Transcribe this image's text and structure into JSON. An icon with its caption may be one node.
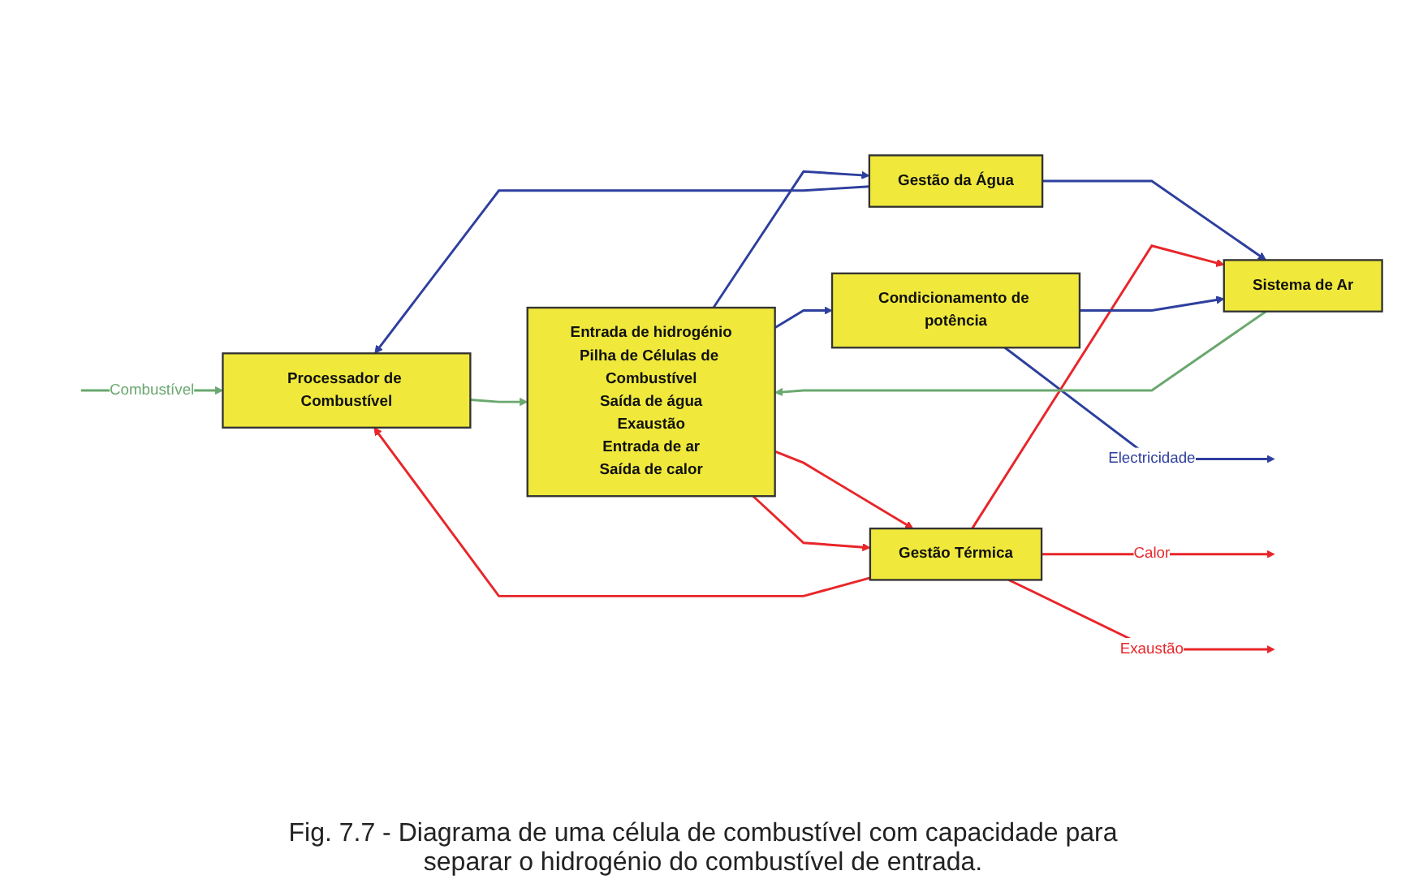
{
  "diagram": {
    "caption": "Fig. 7.7 - Diagrama de uma célula de combustível com capacidade para separar o hidrogénio do combustível de entrada.",
    "nodes": [
      {
        "text": [
          "Processador de Combustível"
        ]
      },
      {
        "text": [
          "Entrada de hidrogénio",
          "Pilha de Células de Combustível",
          "Saída de água",
          "Exaustão",
          "Entrada de ar",
          "Saída de calor"
        ]
      },
      {
        "text": [
          "Condicionamento de potência"
        ]
      },
      {
        "text": [
          "Gestão da Água"
        ]
      },
      {
        "text": [
          "Sistema de Ar"
        ]
      },
      {
        "text": [
          "Gestão Térmica"
        ]
      }
    ],
    "edges": [
      {
        "from": null,
        "to": 0,
        "arrow": "to",
        "label": "Combustível",
        "color": "#6aa86f"
      },
      {
        "from": 0,
        "to": 1,
        "arrow": "to",
        "color": "#6aa86f"
      },
      {
        "from": 5,
        "to": 0,
        "arrow": "to",
        "color": "#e8262a"
      },
      {
        "from": 1,
        "to": 3,
        "arrow": "to",
        "color": "#2e3f9e"
      },
      {
        "from": 3,
        "to": 0,
        "arrow": "to",
        "color": "#2e3f9e"
      },
      {
        "from": 3,
        "to": 4,
        "arrow": "to",
        "color": "#2e3f9e"
      },
      {
        "from": 1,
        "to": 2,
        "arrow": "to",
        "color": "#2e3f9e"
      },
      {
        "from": 2,
        "to": null,
        "arrow": "to",
        "label": "Electricidade",
        "color": "#2e3f9e"
      },
      {
        "from": 1,
        "to": 5,
        "arrow": "to",
        "color": "#e8262a"
      },
      {
        "from": 1,
        "to": 5,
        "arrow": "to",
        "color": "#e8262a"
      },
      {
        "from": 5,
        "to": 4,
        "arrow": "to",
        "color": "#e8262a"
      },
      {
        "from": 4,
        "to": 1,
        "arrow": "to",
        "color": "#6aa86f"
      },
      {
        "from": 2,
        "to": 4,
        "arrow": "to",
        "color": "#2e3f9e"
      },
      {
        "from": 5,
        "to": null,
        "arrow": "to",
        "label": "Calor",
        "color": "#e8262a"
      },
      {
        "from": 5,
        "to": null,
        "arrow": "to",
        "label": "Exaustão",
        "color": "#e8262a"
      }
    ]
  }
}
